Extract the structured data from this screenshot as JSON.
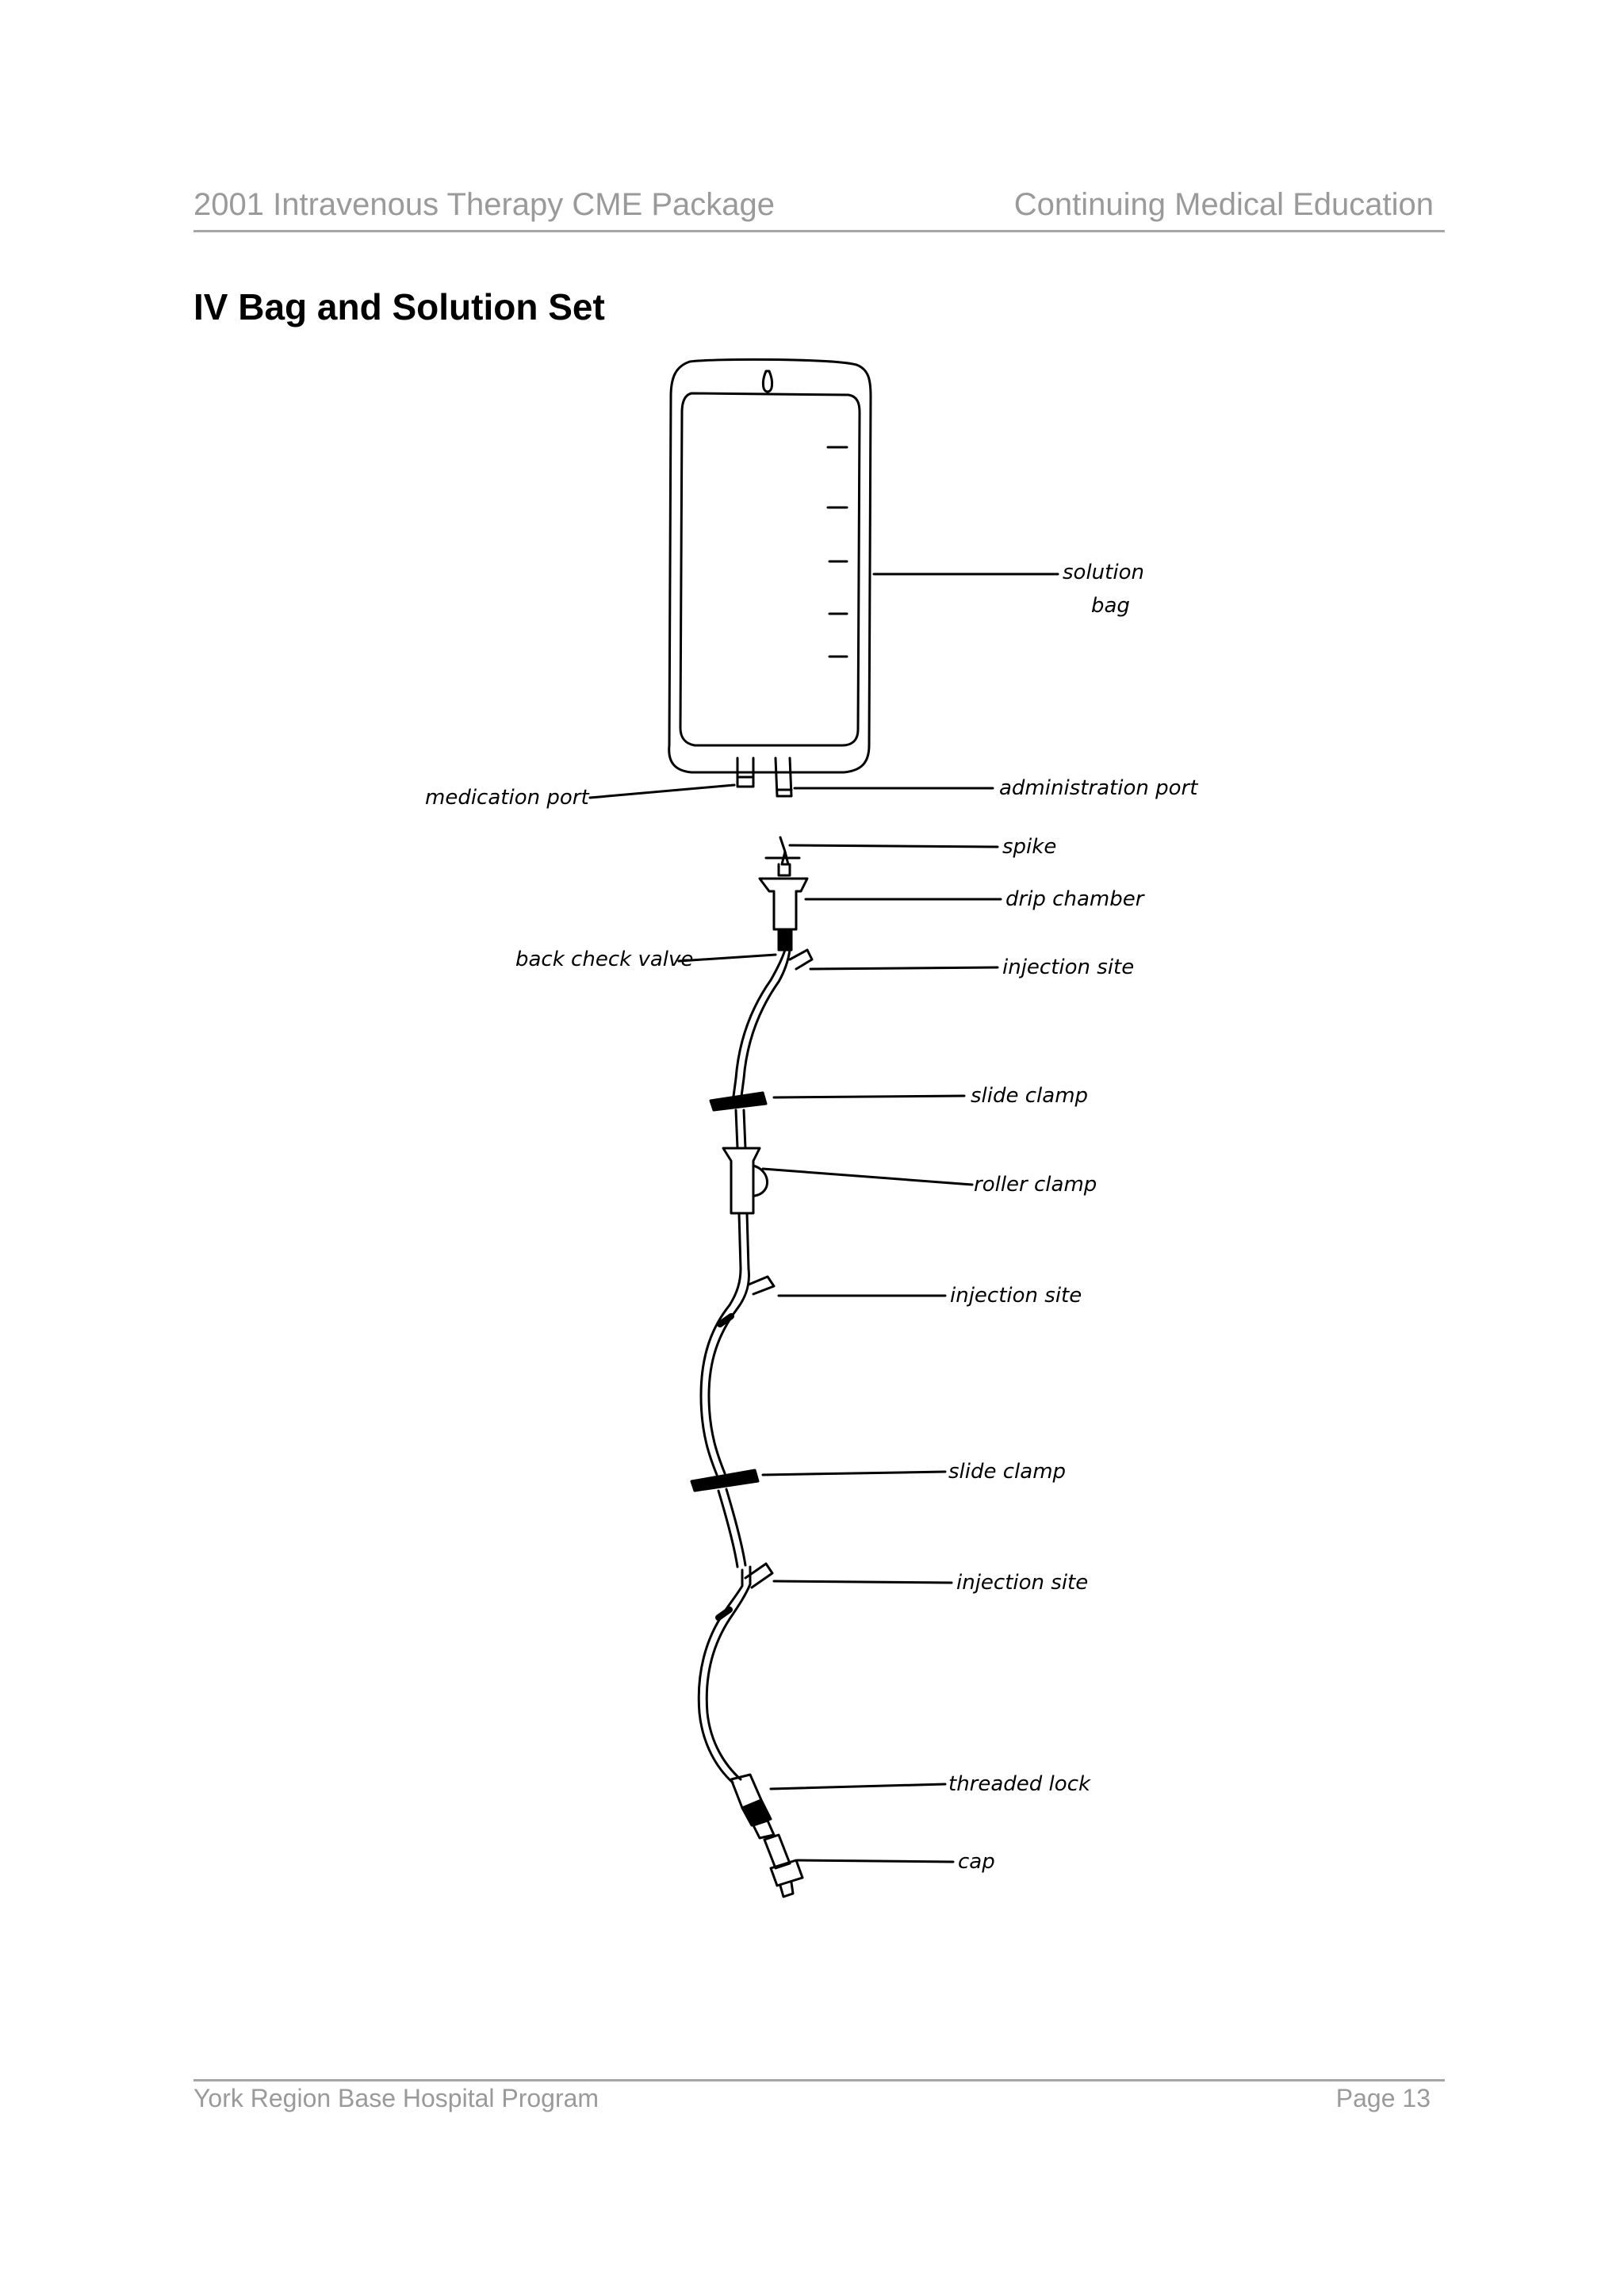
{
  "header": {
    "left": "2001 Intravenous Therapy CME Package",
    "right": "Continuing Medical Education"
  },
  "title": "IV Bag and Solution Set",
  "diagram": {
    "labels": {
      "solution_bag_line1": "solution",
      "solution_bag_line2": "bag",
      "medication_port": "medication port",
      "administration_port": "administration port",
      "spike": "spike",
      "drip_chamber": "drip chamber",
      "back_check_valve": "back check valve",
      "injection_site_1": "injection site",
      "slide_clamp_1": "slide clamp",
      "roller_clamp": "roller clamp",
      "injection_site_2": "injection site",
      "slide_clamp_2": "slide clamp",
      "injection_site_3": "injection site",
      "threaded_lock": "threaded lock",
      "cap": "cap"
    }
  },
  "footer": {
    "left": "York Region Base Hospital Program",
    "right": "Page 13"
  }
}
